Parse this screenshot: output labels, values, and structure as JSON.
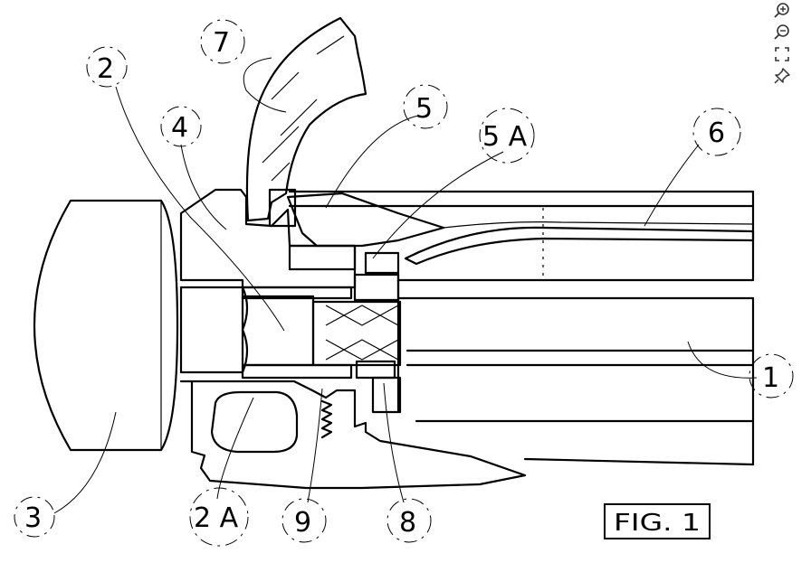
{
  "figure": {
    "caption": "FIG. 1",
    "labels": {
      "l1": "1",
      "l2": "2",
      "l2a": "2 A",
      "l3": "3",
      "l4": "4",
      "l5": "5",
      "l5a": "5 A",
      "l6": "6",
      "l7": "7",
      "l8": "8",
      "l9": "9"
    }
  },
  "toolbar": {
    "zoom_in_icon": "zoom-in-icon",
    "zoom_out_icon": "zoom-out-icon",
    "fit_icon": "fit-to-screen-icon",
    "pin_icon": "pin-icon"
  }
}
